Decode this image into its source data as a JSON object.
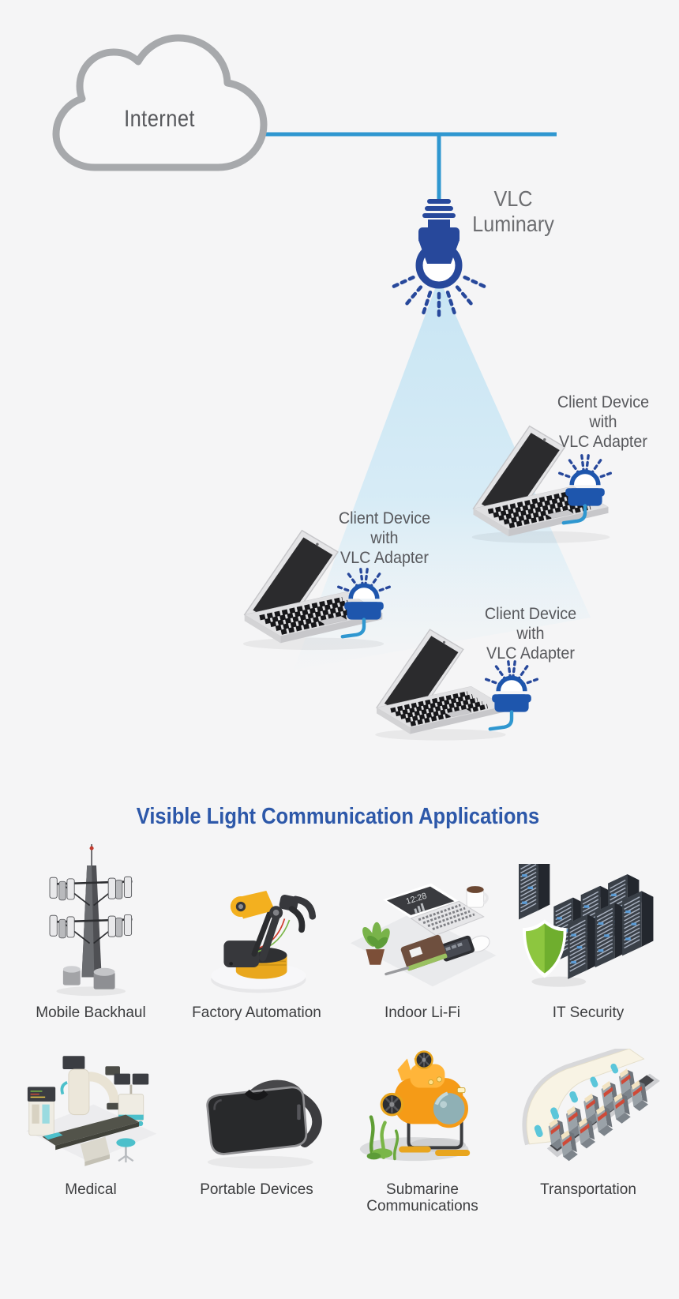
{
  "colors": {
    "background": "#f5f5f6",
    "accent_line": "#2f97d0",
    "deep_blue": "#27489b",
    "adapter_blue": "#1e56ad",
    "cone_blue": "#cfe9f6",
    "title_blue": "#2d58a9",
    "diagram_text": "#57585c",
    "luminary_text": "#6d6e71",
    "app_label_text": "#3c3d3f",
    "cloud_outline": "#a7a9ac"
  },
  "network": {
    "internet_label": "Internet",
    "luminary_lines": [
      "VLC",
      "Luminary"
    ],
    "icons": {
      "internet": "cloud-icon",
      "luminary": "led-lightbulb-icon",
      "beam": "light-cone",
      "client": "laptop-icon",
      "adapter": "vlc-adapter-icon"
    },
    "clients": [
      {
        "lines": [
          "Client Device",
          "with",
          "VLC Adapter"
        ]
      },
      {
        "lines": [
          "Client Device",
          "with",
          "VLC Adapter"
        ]
      },
      {
        "lines": [
          "Client Device",
          "with",
          "VLC Adapter"
        ]
      }
    ]
  },
  "applications": {
    "title": "Visible Light Communication Applications",
    "items": [
      {
        "label": "Mobile Backhaul",
        "icon": "cell-tower-icon"
      },
      {
        "label": "Factory Automation",
        "icon": "robot-arm-icon"
      },
      {
        "label": "Indoor Li-Fi",
        "icon": "desk-workspace-icon",
        "screen_time": "12:28"
      },
      {
        "label": "IT Security",
        "icon": "server-shield-icon"
      },
      {
        "label": "Medical",
        "icon": "medical-equipment-icon"
      },
      {
        "label": "Portable Devices",
        "icon": "vr-headset-icon"
      },
      {
        "label": "Submarine Communications",
        "icon": "submarine-rov-icon"
      },
      {
        "label": "Transportation",
        "icon": "airplane-cabin-icon"
      }
    ]
  }
}
